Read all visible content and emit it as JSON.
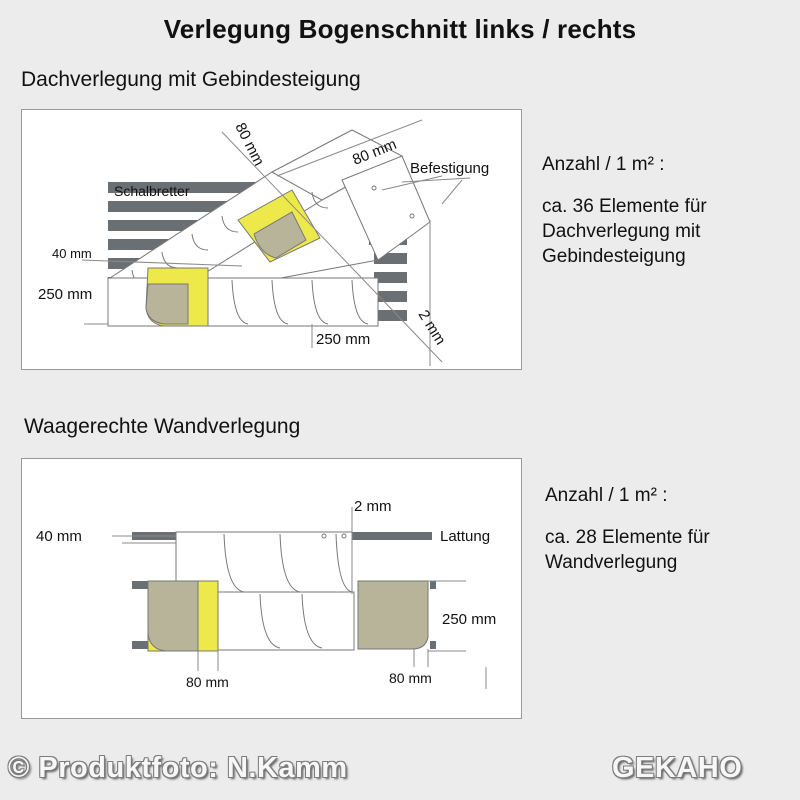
{
  "title": "Verlegung Bogenschnitt links / rechts",
  "colors": {
    "background": "#ececec",
    "slate_gray": "#6a6f73",
    "element_olive": "#b8b49a",
    "highlight_yellow": "#eee94a",
    "line_gray": "#8a8a8a"
  },
  "roof": {
    "heading": "Dachverlegung mit Gebindesteigung",
    "labels": {
      "schalbretter": "Schalbretter",
      "befestigung": "Befestigung",
      "dim_80_left": "80 mm",
      "dim_80_right": "80 mm",
      "dim_40": "40 mm",
      "dim_250_height": "250 mm",
      "dim_250_width": "250 mm",
      "dim_2": "2 mm"
    },
    "info": {
      "count": "Anzahl / 1 m² :",
      "description": "ca. 36 Elemente für\nDachverlegung mit\nGebindesteigung"
    }
  },
  "wall": {
    "heading": "Waagerechte Wandverlegung",
    "labels": {
      "dim_2": "2 mm",
      "dim_40": "40 mm",
      "lattung": "Lattung",
      "dim_250": "250 mm",
      "dim_80_left": "80 mm",
      "dim_80_right": "80 mm"
    },
    "info": {
      "count": "Anzahl / 1 m² :",
      "description": "ca. 28 Elemente für\nWandverlegung"
    }
  },
  "footer": {
    "copyright": "© Produktfoto: N.Kamm",
    "brand": "GEKAHO"
  }
}
